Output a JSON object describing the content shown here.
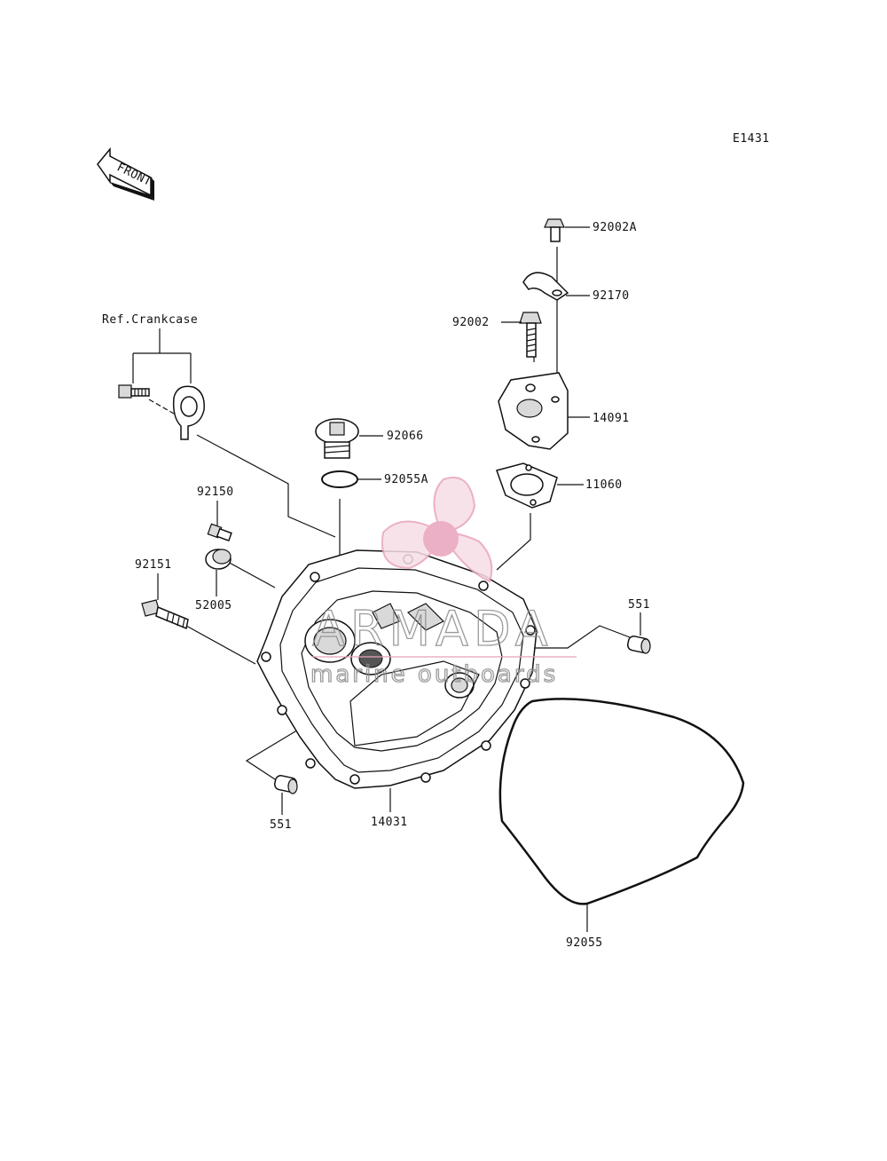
{
  "diagram_code": "E1431",
  "front_label": "FRONT",
  "reference_label": "Ref.Crankcase",
  "parts": {
    "p92002A": "92002A",
    "p92170": "92170",
    "p92002": "92002",
    "p14091": "14091",
    "p92066": "92066",
    "p92055A": "92055A",
    "p11060": "11060",
    "p92150": "92150",
    "p92151": "92151",
    "p52005": "52005",
    "p551_right": "551",
    "p551_left": "551",
    "p14031": "14031",
    "p92055": "92055"
  },
  "watermark": {
    "brand": "ARMADA",
    "tagline": "marine outboards",
    "brand_color": "#e8a3bd"
  }
}
